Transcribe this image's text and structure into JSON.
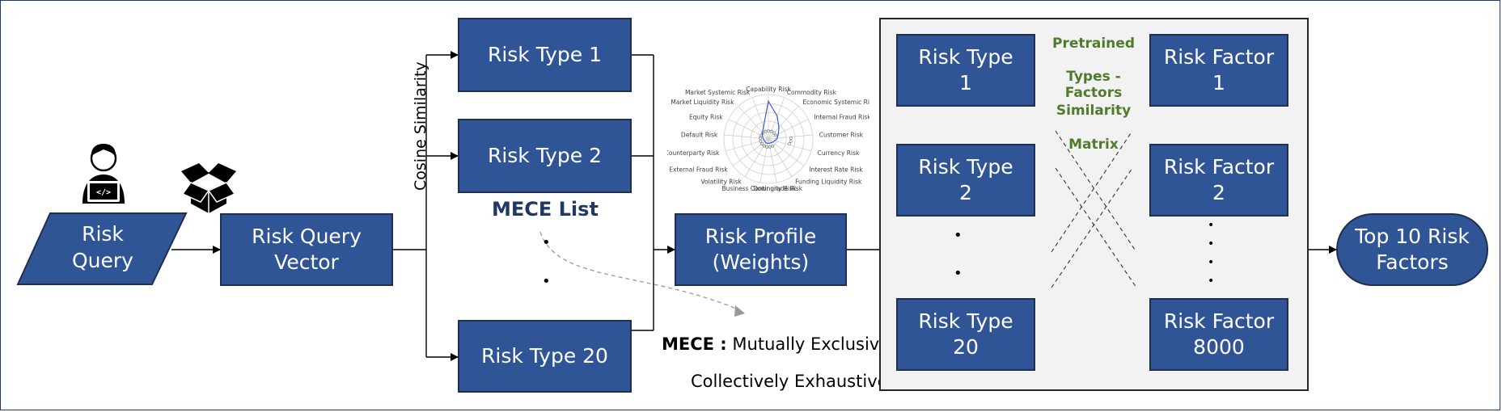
{
  "input": {
    "query_label": "Risk\nQuery",
    "vector_label": "Risk Query\nVector"
  },
  "icons": {
    "user": "user-coding-icon",
    "box": "open-box-icon"
  },
  "similarity_label": "Cosine Similarity",
  "risk_types": [
    "Risk Type 1",
    "Risk Type 2",
    "Risk Type 20"
  ],
  "mece": {
    "list_label": "MECE List",
    "definition_bold": "MECE :",
    "definition_line1": "Mutually Exclusive",
    "definition_line2": "Collectively Exhaustive"
  },
  "radar": {
    "labels": [
      "Capability Risk",
      "Commodity Risk",
      "Economic Systemic Risk",
      "Internal Fraud Risk",
      "Customer Risk",
      "Currency Risk",
      "Interest Rate Risk",
      "Funding Liquidity Risk",
      "Downgrade Risk",
      "Business Continuity Risk",
      "Volatility Risk",
      "External Fraud Risk",
      "Counterparty Risk",
      "Default Risk",
      "Equity Risk",
      "Market Liquidity Risk",
      "Market Systemic Risk"
    ]
  },
  "profile_label": "Risk Profile\n(Weights)",
  "matrix": {
    "types": [
      "Risk Type\n1",
      "Risk Type\n2",
      "Risk Type\n20"
    ],
    "factors": [
      "Risk Factor\n1",
      "Risk Factor\n2",
      "Risk Factor\n8000"
    ],
    "title_lines": [
      "Pretrained",
      "Types - Factors",
      "Similarity",
      "Matrix"
    ]
  },
  "output_label": "Top 10 Risk\nFactors",
  "colors": {
    "box_fill": "#2f5597",
    "box_border": "#1f2f4f",
    "mece_text": "#203864",
    "matrix_text": "#4f7b2a",
    "panel_fill": "#f2f2f2"
  }
}
